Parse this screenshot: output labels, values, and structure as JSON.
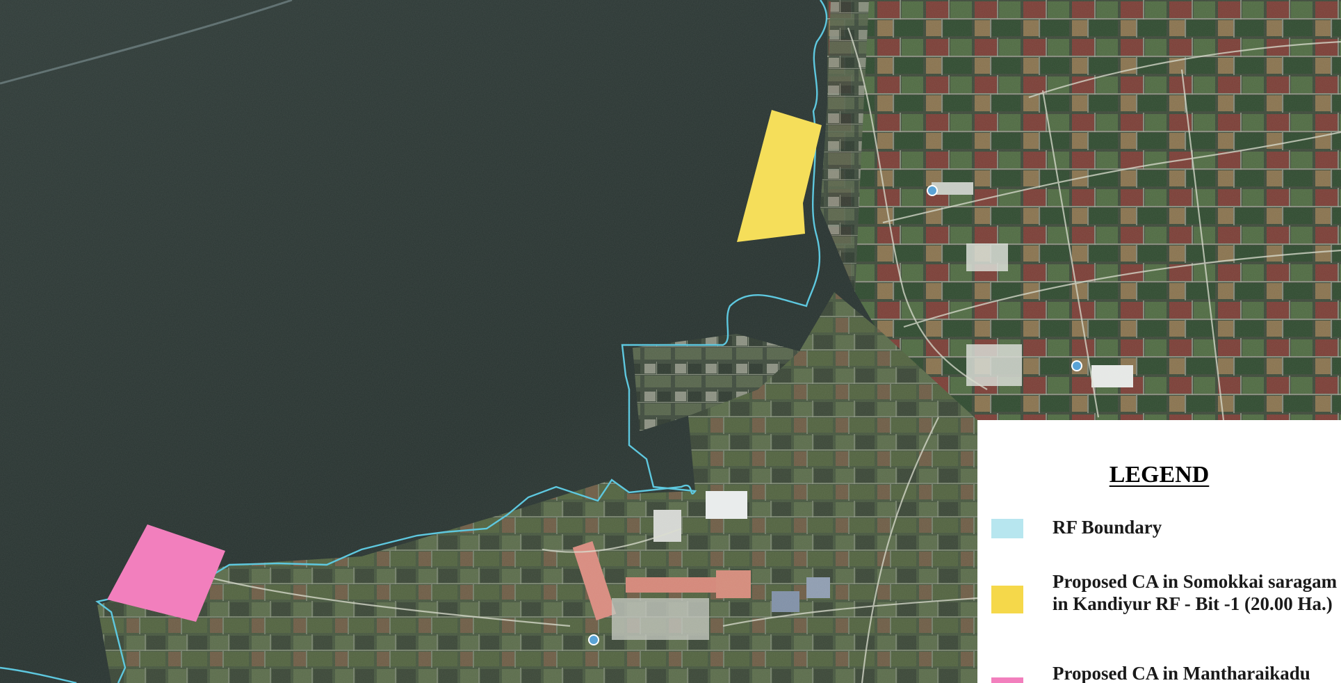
{
  "map": {
    "colors": {
      "forest": "#2b3733",
      "farmland": "#4c5a42",
      "boundary": "#5ec8df",
      "yellow_area": "#f5de5a",
      "pink_area": "#f27fbd",
      "road": "#d9dccd"
    }
  },
  "legend": {
    "title": "LEGEND",
    "items": [
      {
        "label": "RF Boundary",
        "color": "#b7e6ef",
        "icon": "boundary-swatch"
      },
      {
        "label": "Proposed CA in Somokkai saragam in Kandiyur RF - Bit -1 (20.00 Ha.)",
        "color": "#f5d84a",
        "icon": "yellow-swatch"
      },
      {
        "label": "Proposed CA in Mantharaikadu",
        "color": "#f27fbd",
        "icon": "pink-swatch"
      }
    ]
  }
}
